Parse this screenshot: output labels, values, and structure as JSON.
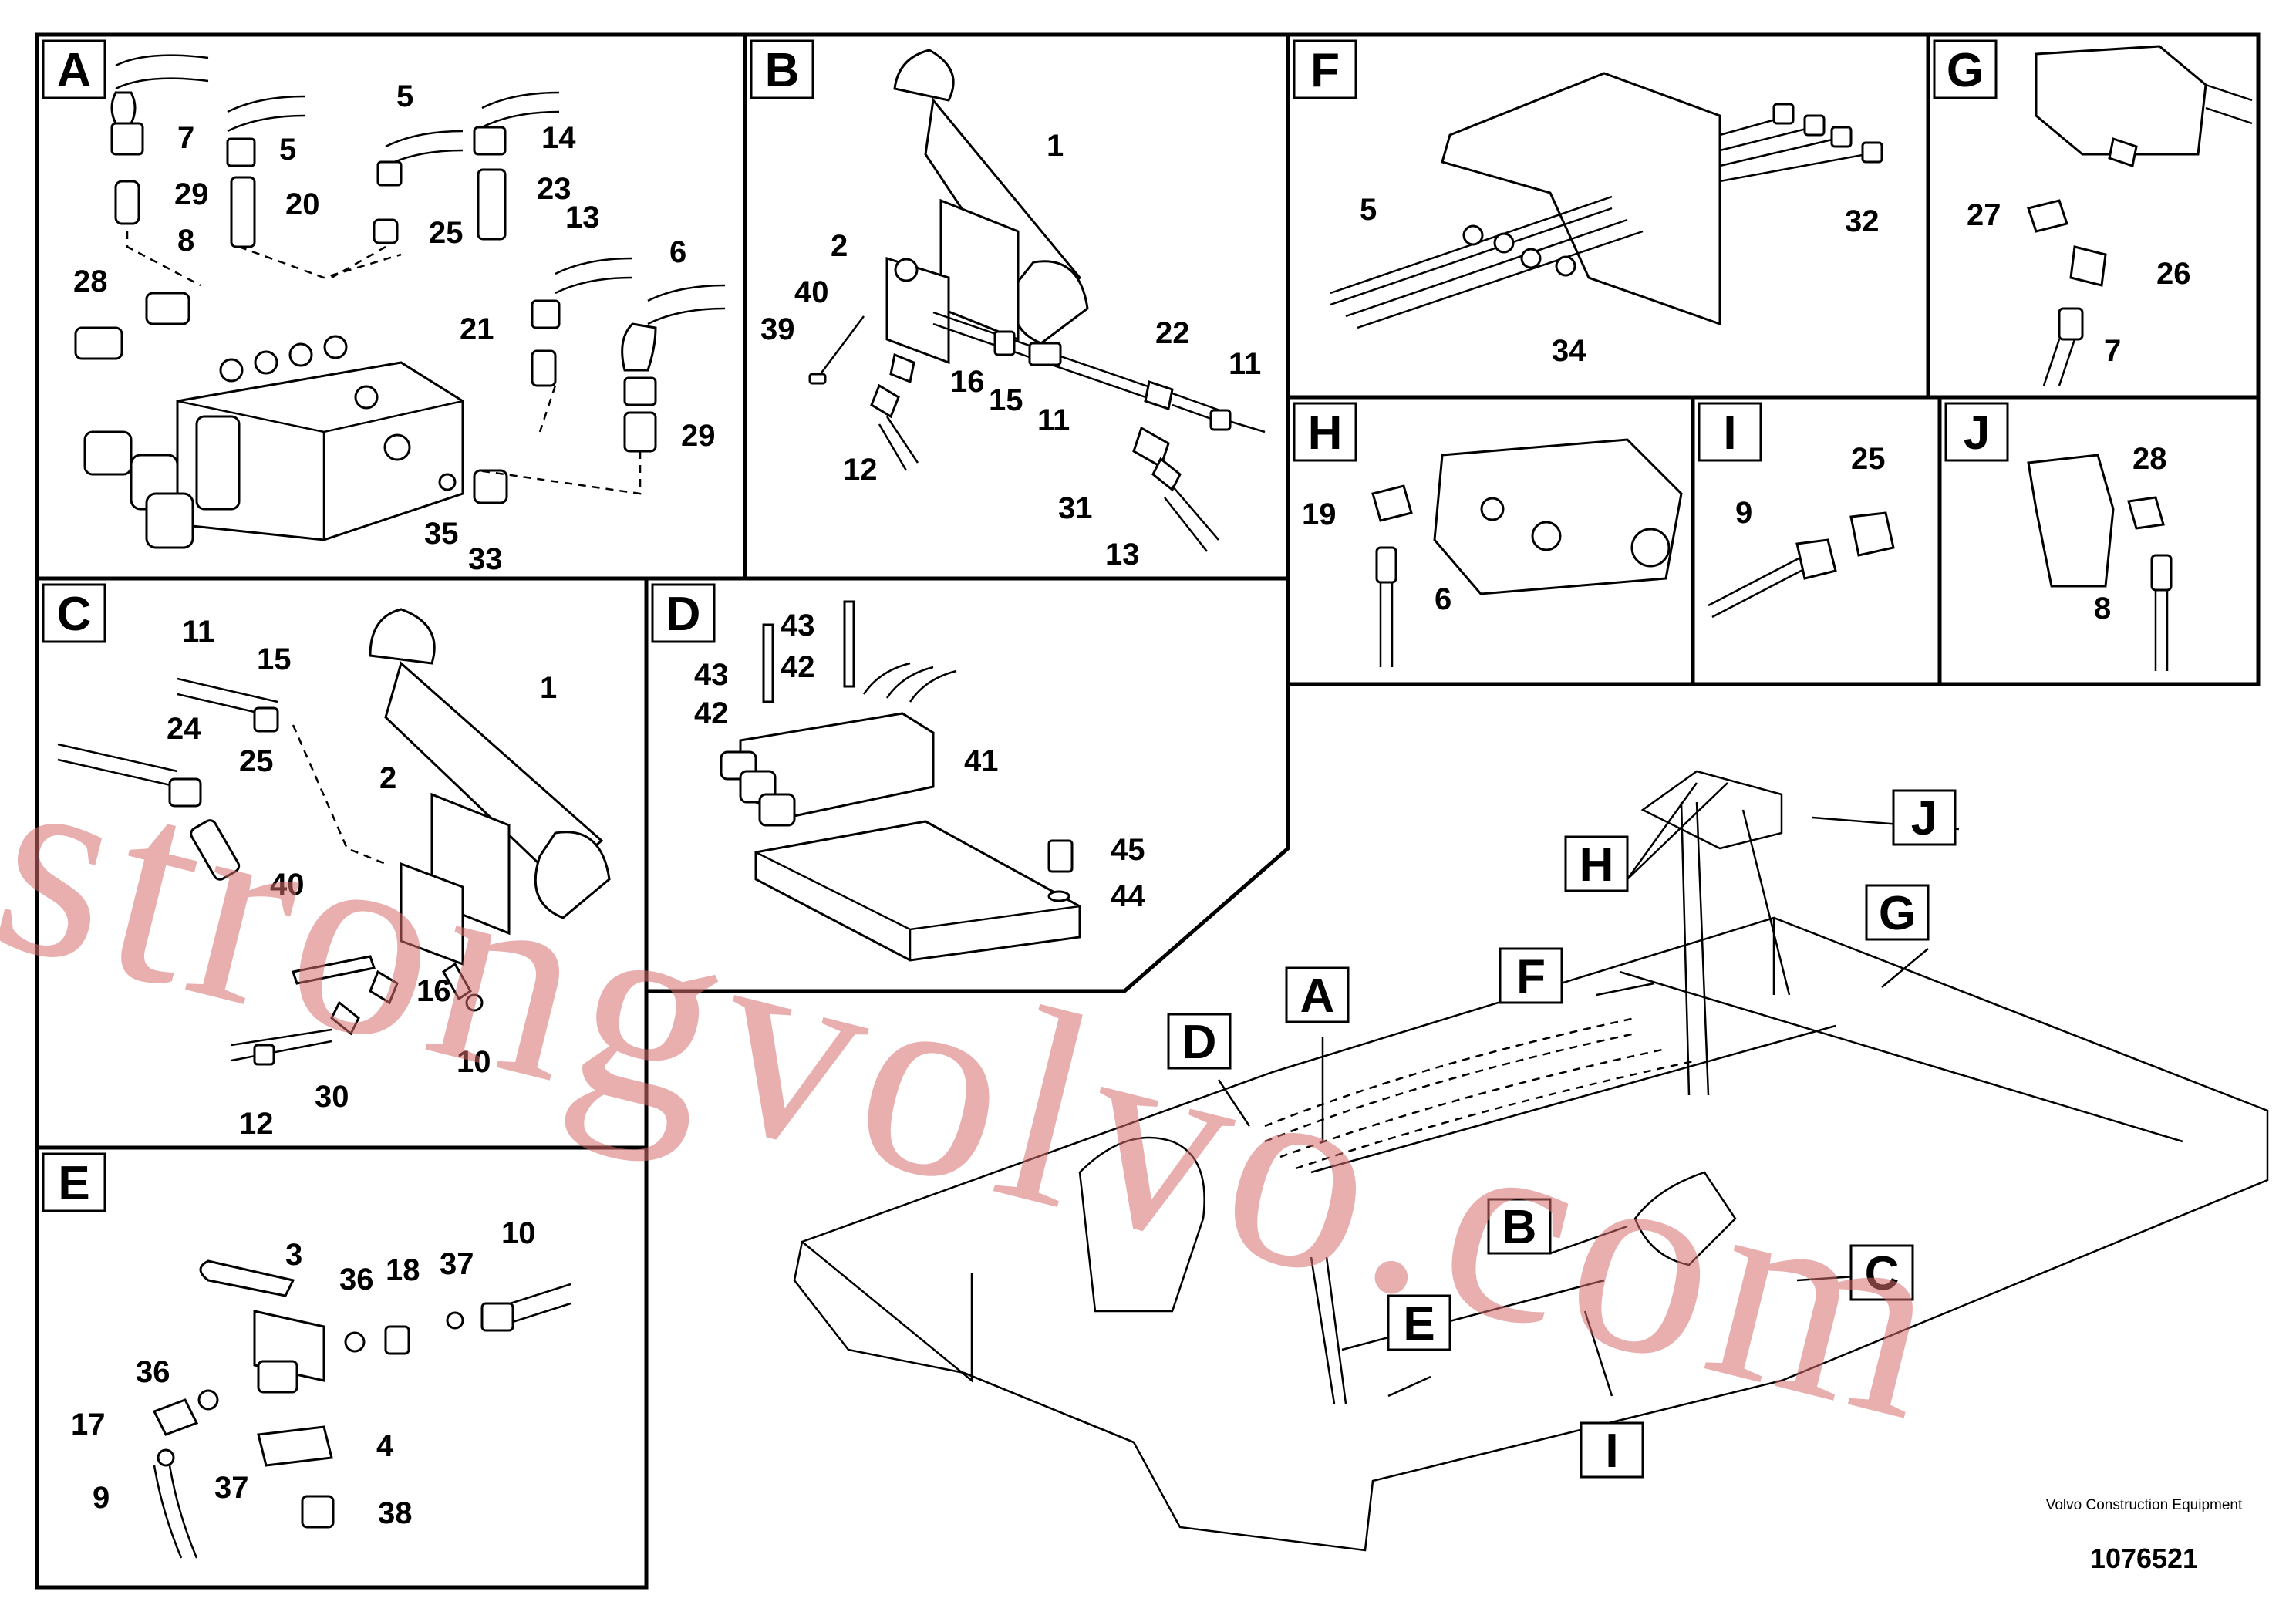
{
  "panels": {
    "A": {
      "letter": "A",
      "callouts": [
        "7",
        "5",
        "5",
        "14",
        "29",
        "20",
        "25",
        "23",
        "13",
        "6",
        "8",
        "28",
        "21",
        "29",
        "35",
        "33"
      ]
    },
    "B": {
      "letter": "B",
      "callouts": [
        "1",
        "2",
        "40",
        "39",
        "16",
        "15",
        "11",
        "22",
        "11",
        "12",
        "31",
        "13"
      ]
    },
    "C": {
      "letter": "C",
      "callouts": [
        "11",
        "15",
        "1",
        "24",
        "25",
        "2",
        "40",
        "16",
        "10",
        "12",
        "30"
      ]
    },
    "D": {
      "letter": "D",
      "callouts": [
        "43",
        "43",
        "42",
        "42",
        "41",
        "45",
        "44"
      ]
    },
    "E": {
      "letter": "E",
      "callouts": [
        "10",
        "3",
        "36",
        "18",
        "37",
        "36",
        "17",
        "4",
        "9",
        "37",
        "38"
      ]
    },
    "F": {
      "letter": "F",
      "callouts": [
        "5",
        "32",
        "34"
      ]
    },
    "G": {
      "letter": "G",
      "callouts": [
        "27",
        "26",
        "7"
      ]
    },
    "H": {
      "letter": "H",
      "callouts": [
        "19",
        "6"
      ]
    },
    "I": {
      "letter": "I",
      "callouts": [
        "25",
        "9"
      ]
    },
    "J": {
      "letter": "J",
      "callouts": [
        "28",
        "8"
      ]
    }
  },
  "overview_labels": [
    "H",
    "J",
    "G",
    "F",
    "A",
    "D",
    "B",
    "C",
    "E",
    "I"
  ],
  "watermark": "strongvolvo.com",
  "footer": {
    "maker": "Volvo Construction Equipment",
    "doc_number": "1076521"
  }
}
